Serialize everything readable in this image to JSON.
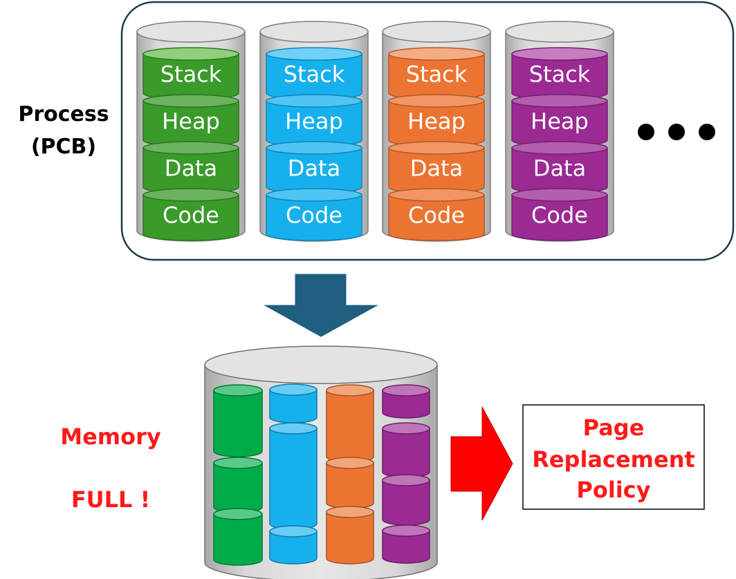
{
  "process_label": {
    "line1": "Process",
    "line2": "(PCB)"
  },
  "ellipsis": "• • •",
  "segments": [
    "Stack",
    "Heap",
    "Data",
    "Code"
  ],
  "processes": [
    {
      "id": "green",
      "color": "#3a9a2a",
      "top_color": "#8fd07e"
    },
    {
      "id": "blue",
      "color": "#16b0ee",
      "top_color": "#6fd0f8"
    },
    {
      "id": "orange",
      "color": "#ec7433",
      "top_color": "#f5ac83"
    },
    {
      "id": "purple",
      "color": "#9b2a93",
      "top_color": "#c87cc1"
    }
  ],
  "memory_label": {
    "line1": "Memory",
    "line2": "FULL !"
  },
  "policy_box": {
    "line1": "Page",
    "line2": "Replacement",
    "line3": "Policy"
  },
  "colors": {
    "arrow_down": "#1f5f80",
    "arrow_right": "#ff0000",
    "memory_blocks": {
      "green": "#00ac4a",
      "blue": "#16b0ee",
      "orange": "#ec7433",
      "purple": "#9b2a93"
    }
  }
}
